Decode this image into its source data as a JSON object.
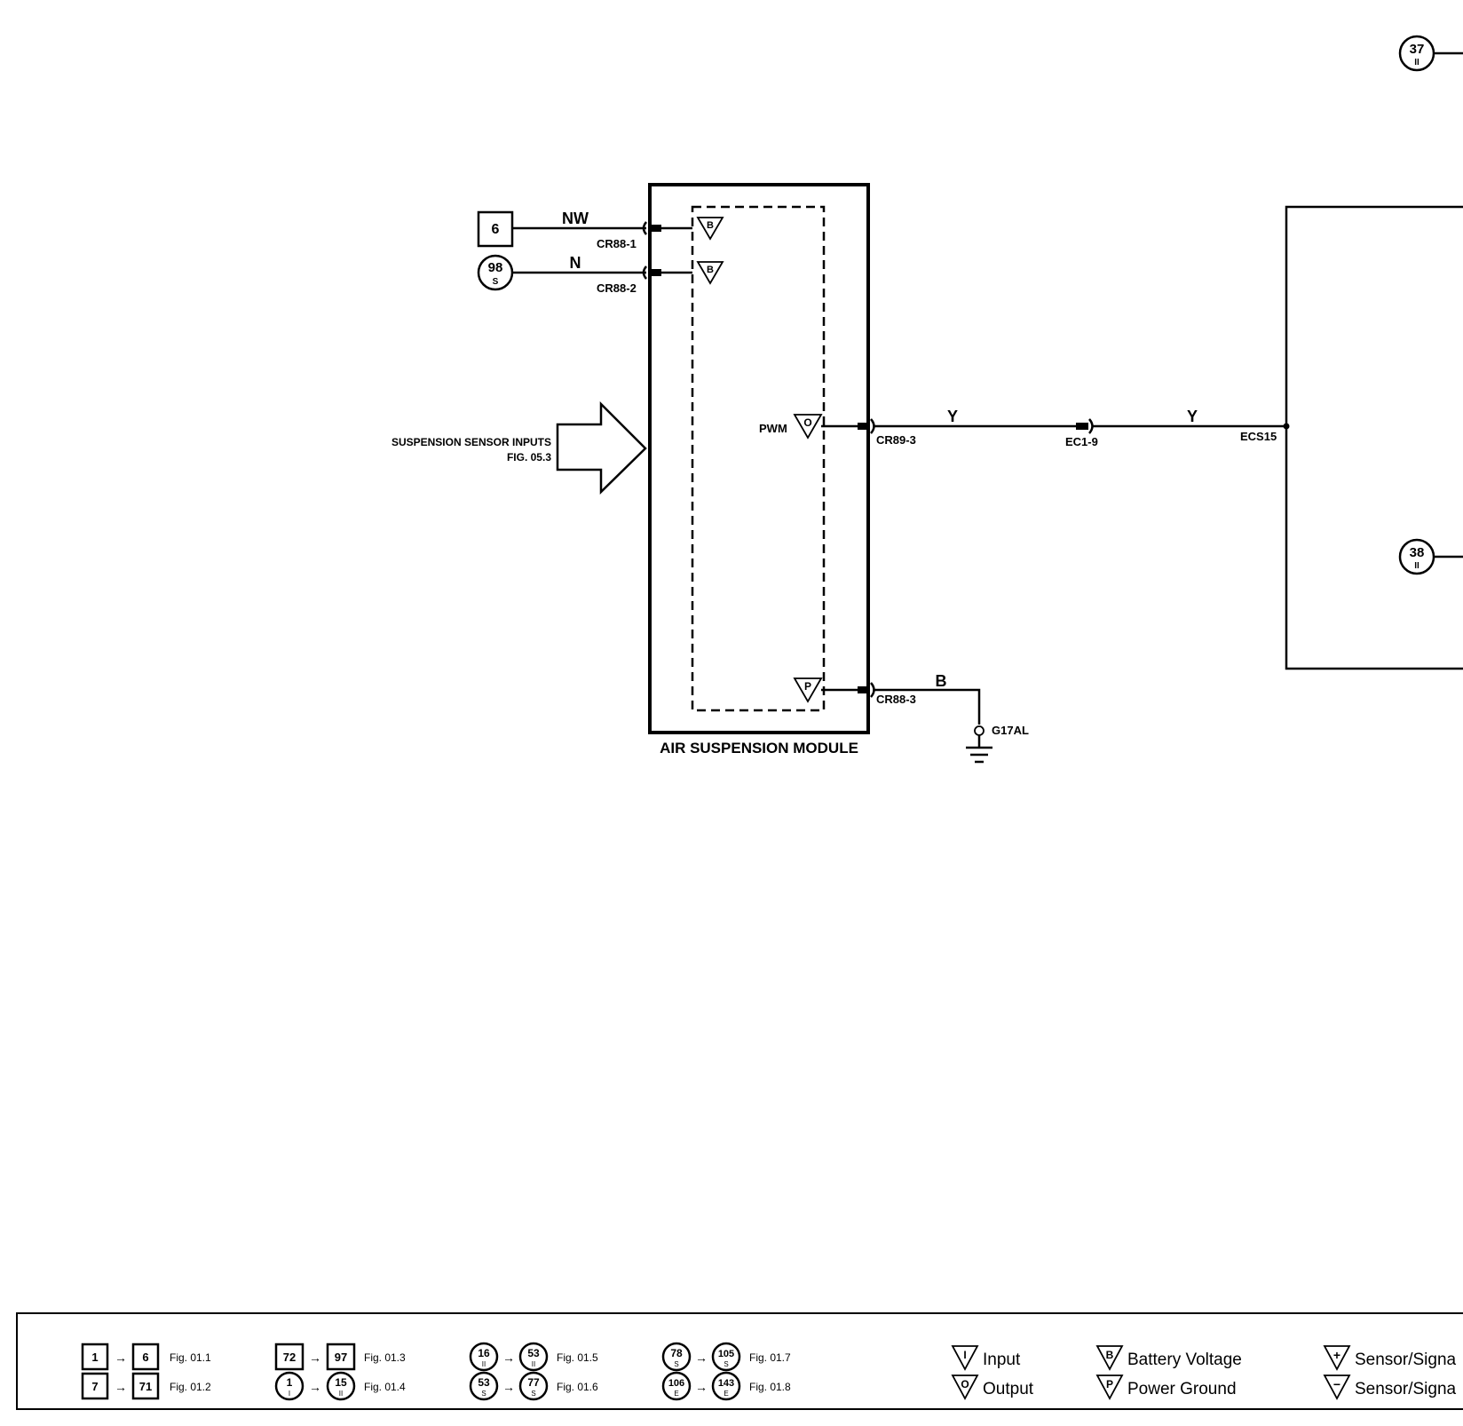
{
  "module": {
    "title": "AIR SUSPENSION MODULE",
    "pins": {
      "b1": "B",
      "b2": "B",
      "pwm_label": "PWM",
      "o": "O",
      "p": "P"
    }
  },
  "sources": {
    "box6": "6",
    "circle98_num": "98",
    "circle98_sub": "S"
  },
  "wires": {
    "nw": "NW",
    "n": "N",
    "y1": "Y",
    "y2": "Y",
    "b": "B"
  },
  "connectors": {
    "cr88_1": "CR88-1",
    "cr88_2": "CR88-2",
    "cr89_3": "CR89-3",
    "cr88_3": "CR88-3",
    "ec1_9": "EC1-9",
    "ecs15": "ECS15",
    "g17al": "G17AL"
  },
  "sensor_inputs": {
    "line1": "SUSPENSION SENSOR INPUTS",
    "line2": "FIG. 05.3"
  },
  "offpage": {
    "c37_num": "37",
    "c37_sub": "II",
    "c38_num": "38",
    "c38_sub": "II"
  },
  "legend": {
    "row1": [
      {
        "from": "1",
        "to": "6",
        "fig": "Fig. 01.1"
      },
      {
        "from": "72",
        "to": "97",
        "fig": "Fig. 01.3"
      },
      {
        "from": "16",
        "from_sub": "II",
        "to": "53",
        "to_sub": "II",
        "fig": "Fig. 01.5"
      },
      {
        "from": "78",
        "from_sub": "S",
        "to": "105",
        "to_sub": "S",
        "fig": "Fig. 01.7"
      }
    ],
    "row2": [
      {
        "from": "7",
        "to": "71",
        "fig": "Fig. 01.2"
      },
      {
        "from": "1",
        "from_sub": "I",
        "to": "15",
        "to_sub": "II",
        "fig": "Fig. 01.4"
      },
      {
        "from": "53",
        "from_sub": "S",
        "to": "77",
        "to_sub": "S",
        "fig": "Fig. 01.6"
      },
      {
        "from": "106",
        "from_sub": "E",
        "to": "143",
        "to_sub": "E",
        "fig": "Fig. 01.8"
      }
    ],
    "symbols": {
      "input_letter": "I",
      "input_label": "Input",
      "output_letter": "O",
      "output_label": "Output",
      "battery_letter": "B",
      "battery_label": "Battery Voltage",
      "ground_letter": "P",
      "ground_label": "Power Ground",
      "sensor_plus_letter": "+",
      "sensor_plus_label": "Sensor/Signa",
      "sensor_minus_letter": "−",
      "sensor_minus_label": "Sensor/Signa"
    }
  }
}
